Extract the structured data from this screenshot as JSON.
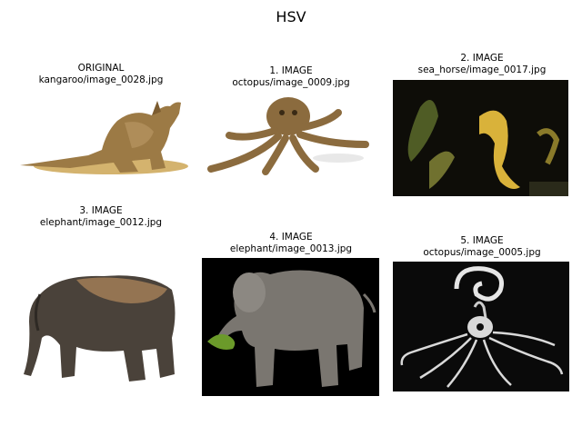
{
  "figure": {
    "title": "HSV"
  },
  "panels": [
    {
      "line1": "ORIGINAL",
      "line2": "kangaroo/image_0028.jpg"
    },
    {
      "line1": "1. IMAGE",
      "line2": "octopus/image_0009.jpg"
    },
    {
      "line1": "2. IMAGE",
      "line2": "sea_horse/image_0017.jpg"
    },
    {
      "line1": "3. IMAGE",
      "line2": "elephant/image_0012.jpg"
    },
    {
      "line1": "4. IMAGE",
      "line2": "elephant/image_0013.jpg"
    },
    {
      "line1": "5. IMAGE",
      "line2": "octopus/image_0005.jpg"
    }
  ]
}
